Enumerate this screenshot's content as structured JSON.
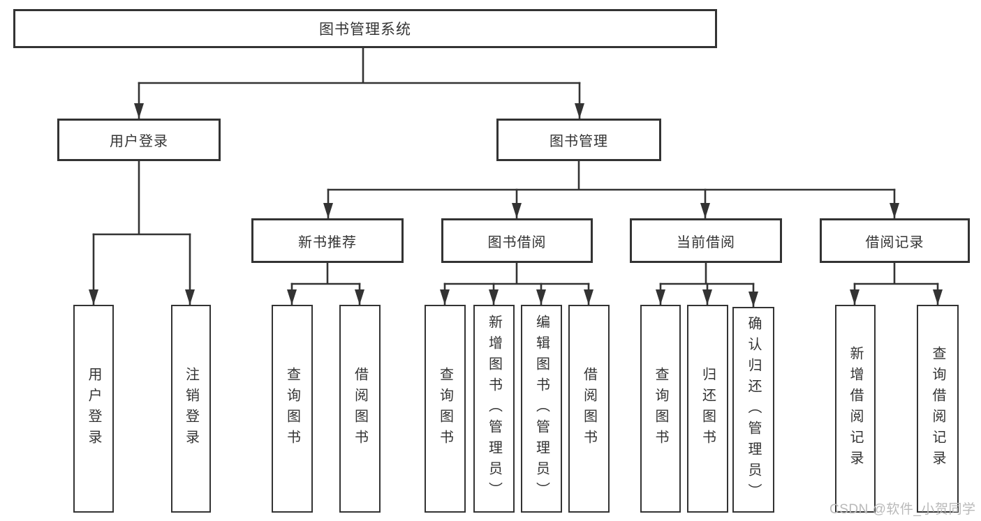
{
  "tree": {
    "label": "图书管理系统",
    "children": [
      {
        "label": "用户登录",
        "children": [
          {
            "label": "用户登录"
          },
          {
            "label": "注销登录"
          }
        ]
      },
      {
        "label": "图书管理",
        "children": [
          {
            "label": "新书推荐",
            "children": [
              {
                "label": "查询图书"
              },
              {
                "label": "借阅图书"
              }
            ]
          },
          {
            "label": "图书借阅",
            "children": [
              {
                "label": "查询图书"
              },
              {
                "label": "新增图书（管理员）"
              },
              {
                "label": "编辑图书（管理员）"
              },
              {
                "label": "借阅图书"
              }
            ]
          },
          {
            "label": "当前借阅",
            "children": [
              {
                "label": "查询图书"
              },
              {
                "label": "归还图书"
              },
              {
                "label": "确认归还（管理员）"
              }
            ]
          },
          {
            "label": "借阅记录",
            "children": [
              {
                "label": "新增借阅记录"
              },
              {
                "label": "查询借阅记录"
              }
            ]
          }
        ]
      }
    ]
  },
  "watermark": {
    "text": "CSDN @软件_小贺同学"
  },
  "colors": {
    "line": "#333333",
    "text": "#333333",
    "border": "#333333",
    "background": "#ffffff",
    "watermark": "#b9b9b9"
  }
}
